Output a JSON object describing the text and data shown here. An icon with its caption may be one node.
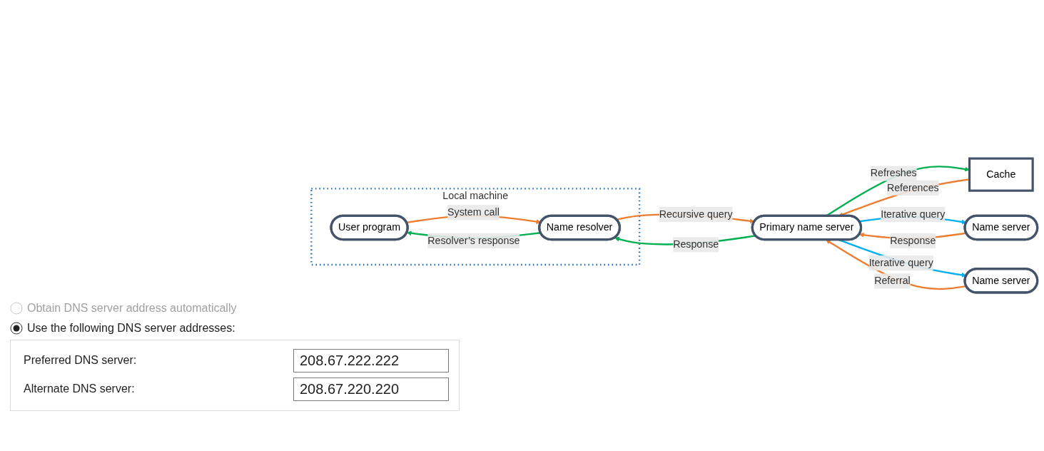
{
  "diagram": {
    "nodes": [
      {
        "text": [
          "Local machine"
        ]
      },
      {
        "text": [
          "User program"
        ],
        "in": 0
      },
      {
        "text": [
          "Name resolver"
        ],
        "in": 0
      },
      {
        "text": [
          "Primary name server"
        ]
      },
      {
        "text": [
          "Cache"
        ]
      },
      {
        "text": [
          "Name server"
        ]
      },
      {
        "text": [
          "Name server"
        ]
      }
    ],
    "edges": [
      {
        "from": 1,
        "to": 2,
        "arrow": "to",
        "label": "System call",
        "color": "#ed7d31"
      },
      {
        "from": 2,
        "to": 1,
        "arrow": "to",
        "label": "Resolver’s response",
        "color": "#00b050"
      },
      {
        "from": 2,
        "to": 3,
        "arrow": "to",
        "label": "Recursive query",
        "color": "#ed7d31"
      },
      {
        "from": 3,
        "to": 2,
        "arrow": "to",
        "label": "Response",
        "color": "#00b050"
      },
      {
        "from": 3,
        "to": 4,
        "arrow": "to",
        "label": "Refreshes",
        "color": "#00b050"
      },
      {
        "from": 4,
        "to": 3,
        "arrow": "to",
        "label": "References",
        "color": "#ed7d31"
      },
      {
        "from": 3,
        "to": 5,
        "arrow": "to",
        "label": "Iterative query",
        "color": "#00b0f0"
      },
      {
        "from": 5,
        "to": 3,
        "arrow": "to",
        "label": "Response",
        "color": "#ed7d31"
      },
      {
        "from": 3,
        "to": 6,
        "arrow": "to",
        "label": "Iterative query",
        "color": "#00b0f0"
      },
      {
        "from": 6,
        "to": 3,
        "arrow": "to",
        "label": "Referral",
        "color": "#ed7d31"
      }
    ],
    "labels": [
      "Obtain DNS server address automatically",
      "Use the following DNS server addresses:",
      "Preferred DNS server:",
      "208.67.222.222",
      "Alternate DNS server:",
      "208.67.220.220"
    ]
  }
}
